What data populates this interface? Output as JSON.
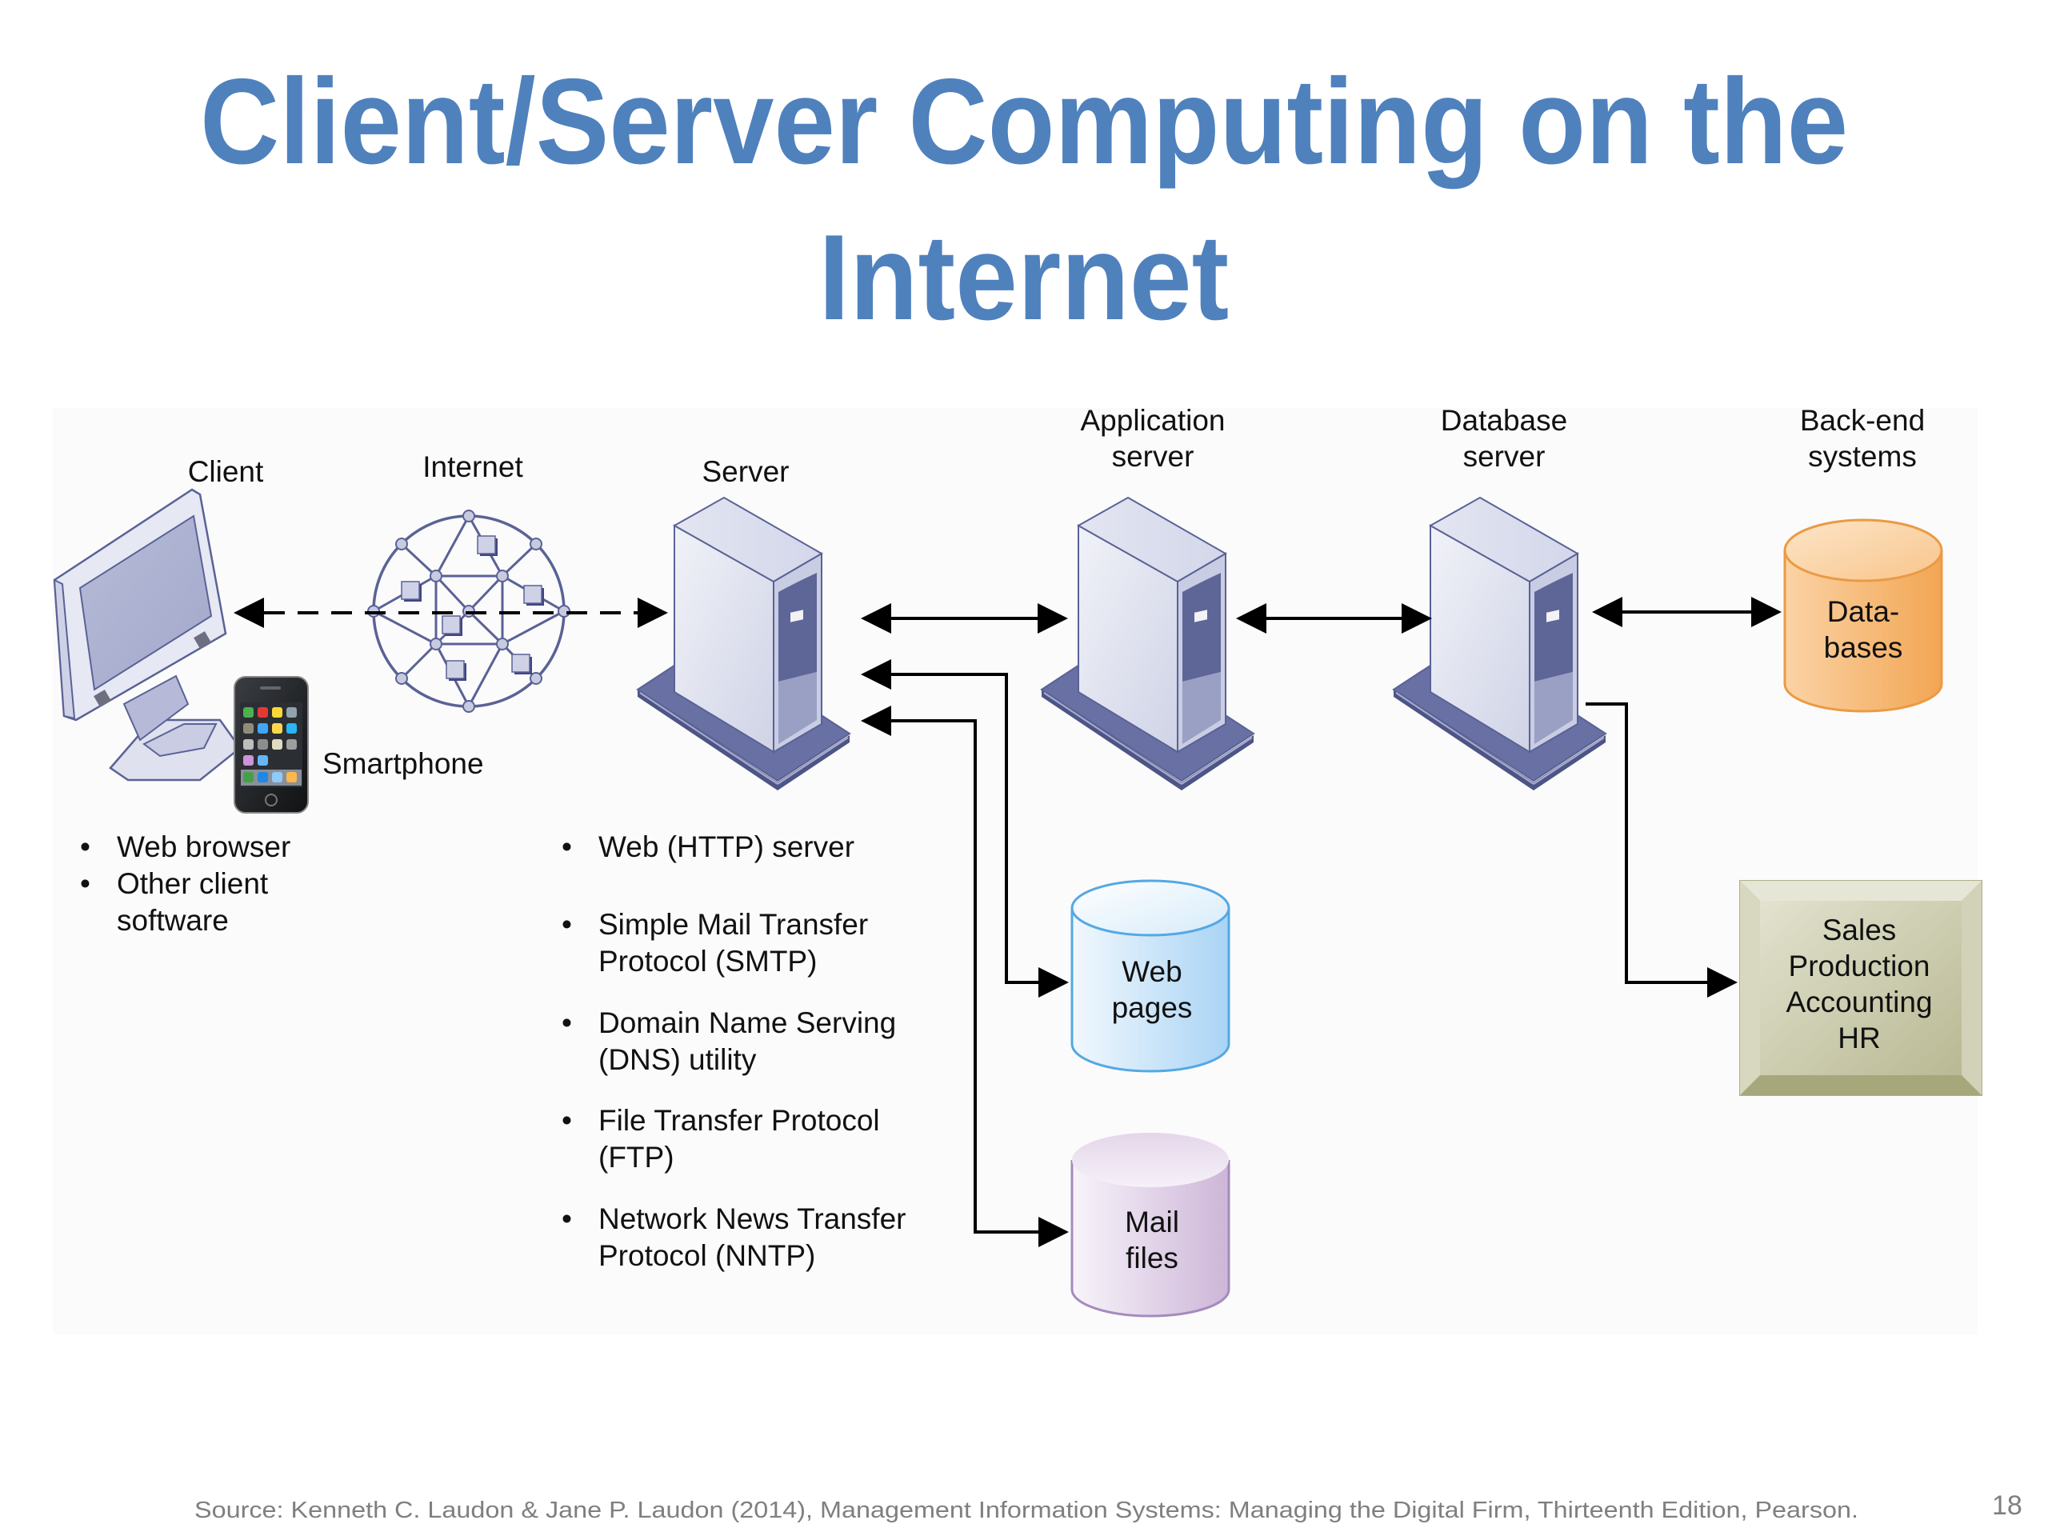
{
  "slide": {
    "title_line1": "Client/Server Computing on the",
    "title_line2": "Internet",
    "title_color": "#4f81bd",
    "page_number": "18",
    "source": "Source: Kenneth C. Laudon & Jane P. Laudon (2014), Management Information Systems: Managing the Digital Firm, Thirteenth Edition, Pearson."
  },
  "diagram": {
    "nodes": {
      "client": "Client",
      "internet": "Internet",
      "server": "Server",
      "app_server": [
        "Application",
        "server"
      ],
      "db_server": [
        "Database",
        "server"
      ],
      "backend": [
        "Back-end",
        "systems"
      ],
      "smartphone": "Smartphone"
    },
    "stores": {
      "databases": [
        "Data-",
        "bases"
      ],
      "web_pages": [
        "Web",
        "pages"
      ],
      "mail_files": [
        "Mail",
        "files"
      ]
    },
    "backend_box": [
      "Sales",
      "Production",
      "Accounting",
      "HR"
    ],
    "client_bullets": [
      [
        "Web browser"
      ],
      [
        "Other client",
        "software"
      ]
    ],
    "server_bullets": [
      [
        "Web (HTTP) server"
      ],
      [
        "Simple Mail Transfer",
        "Protocol (SMTP)"
      ],
      [
        "Domain Name Serving",
        "(DNS) utility"
      ],
      [
        "File Transfer Protocol",
        "(FTP)"
      ],
      [
        "Network News Transfer",
        "Protocol (NNTP)"
      ]
    ],
    "bullet_glyph": "•",
    "colors": {
      "server_front": "#e4e6f2",
      "server_side": "#5e6697",
      "device_outline": "#5a6296",
      "databases_fill": "#f5b066",
      "web_pages_fill": "#bfe0f7",
      "mail_files_fill": "#dccbe3",
      "backend_box_fill": "#c9c9a8",
      "arrow": "#000000"
    }
  }
}
